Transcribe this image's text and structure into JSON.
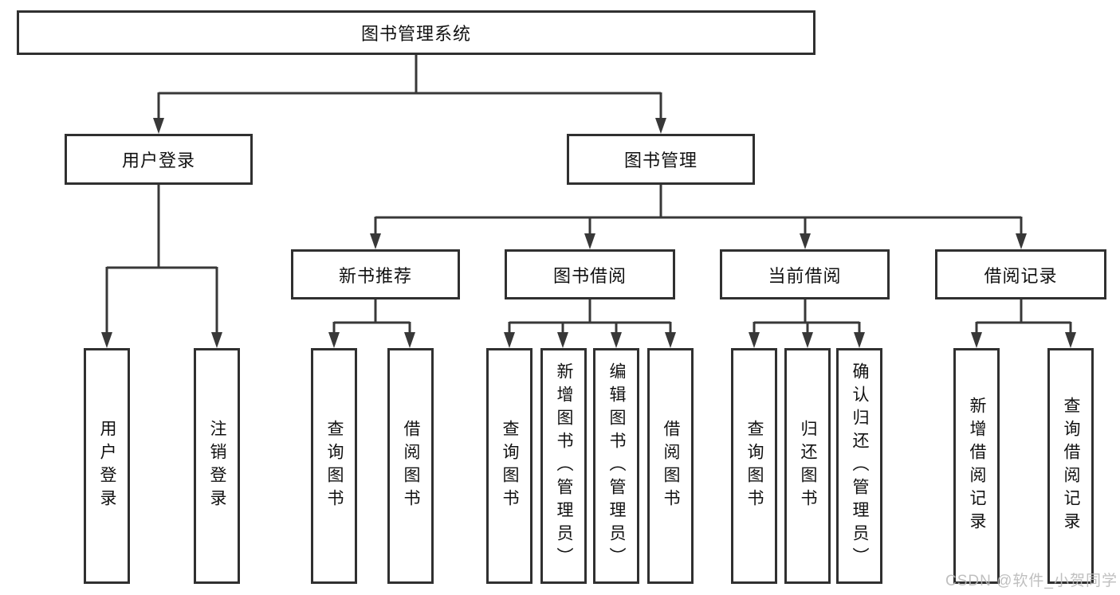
{
  "tree": {
    "root": {
      "label": "图书管理系统"
    },
    "branches": [
      {
        "label": "用户登录",
        "children": [
          {
            "label": "用户登录"
          },
          {
            "label": "注销登录"
          }
        ]
      },
      {
        "label": "图书管理",
        "groups": [
          {
            "label": "新书推荐",
            "children": [
              {
                "label": "查询图书"
              },
              {
                "label": "借阅图书"
              }
            ]
          },
          {
            "label": "图书借阅",
            "children": [
              {
                "label": "查询图书"
              },
              {
                "label": "新增图书（管理员）"
              },
              {
                "label": "编辑图书（管理员）"
              },
              {
                "label": "借阅图书"
              }
            ]
          },
          {
            "label": "当前借阅",
            "children": [
              {
                "label": "查询图书"
              },
              {
                "label": "归还图书"
              },
              {
                "label": "确认归还（管理员）"
              }
            ]
          },
          {
            "label": "借阅记录",
            "children": [
              {
                "label": "新增借阅记录"
              },
              {
                "label": "查询借阅记录"
              }
            ]
          }
        ]
      }
    ]
  },
  "watermark": {
    "text": "CSDN @软件_小贺同学"
  },
  "colors": {
    "line": "#383838",
    "box_border": "#303030",
    "box_fill": "#ffffff",
    "text": "#111111",
    "watermark": "#b9b9b9"
  }
}
